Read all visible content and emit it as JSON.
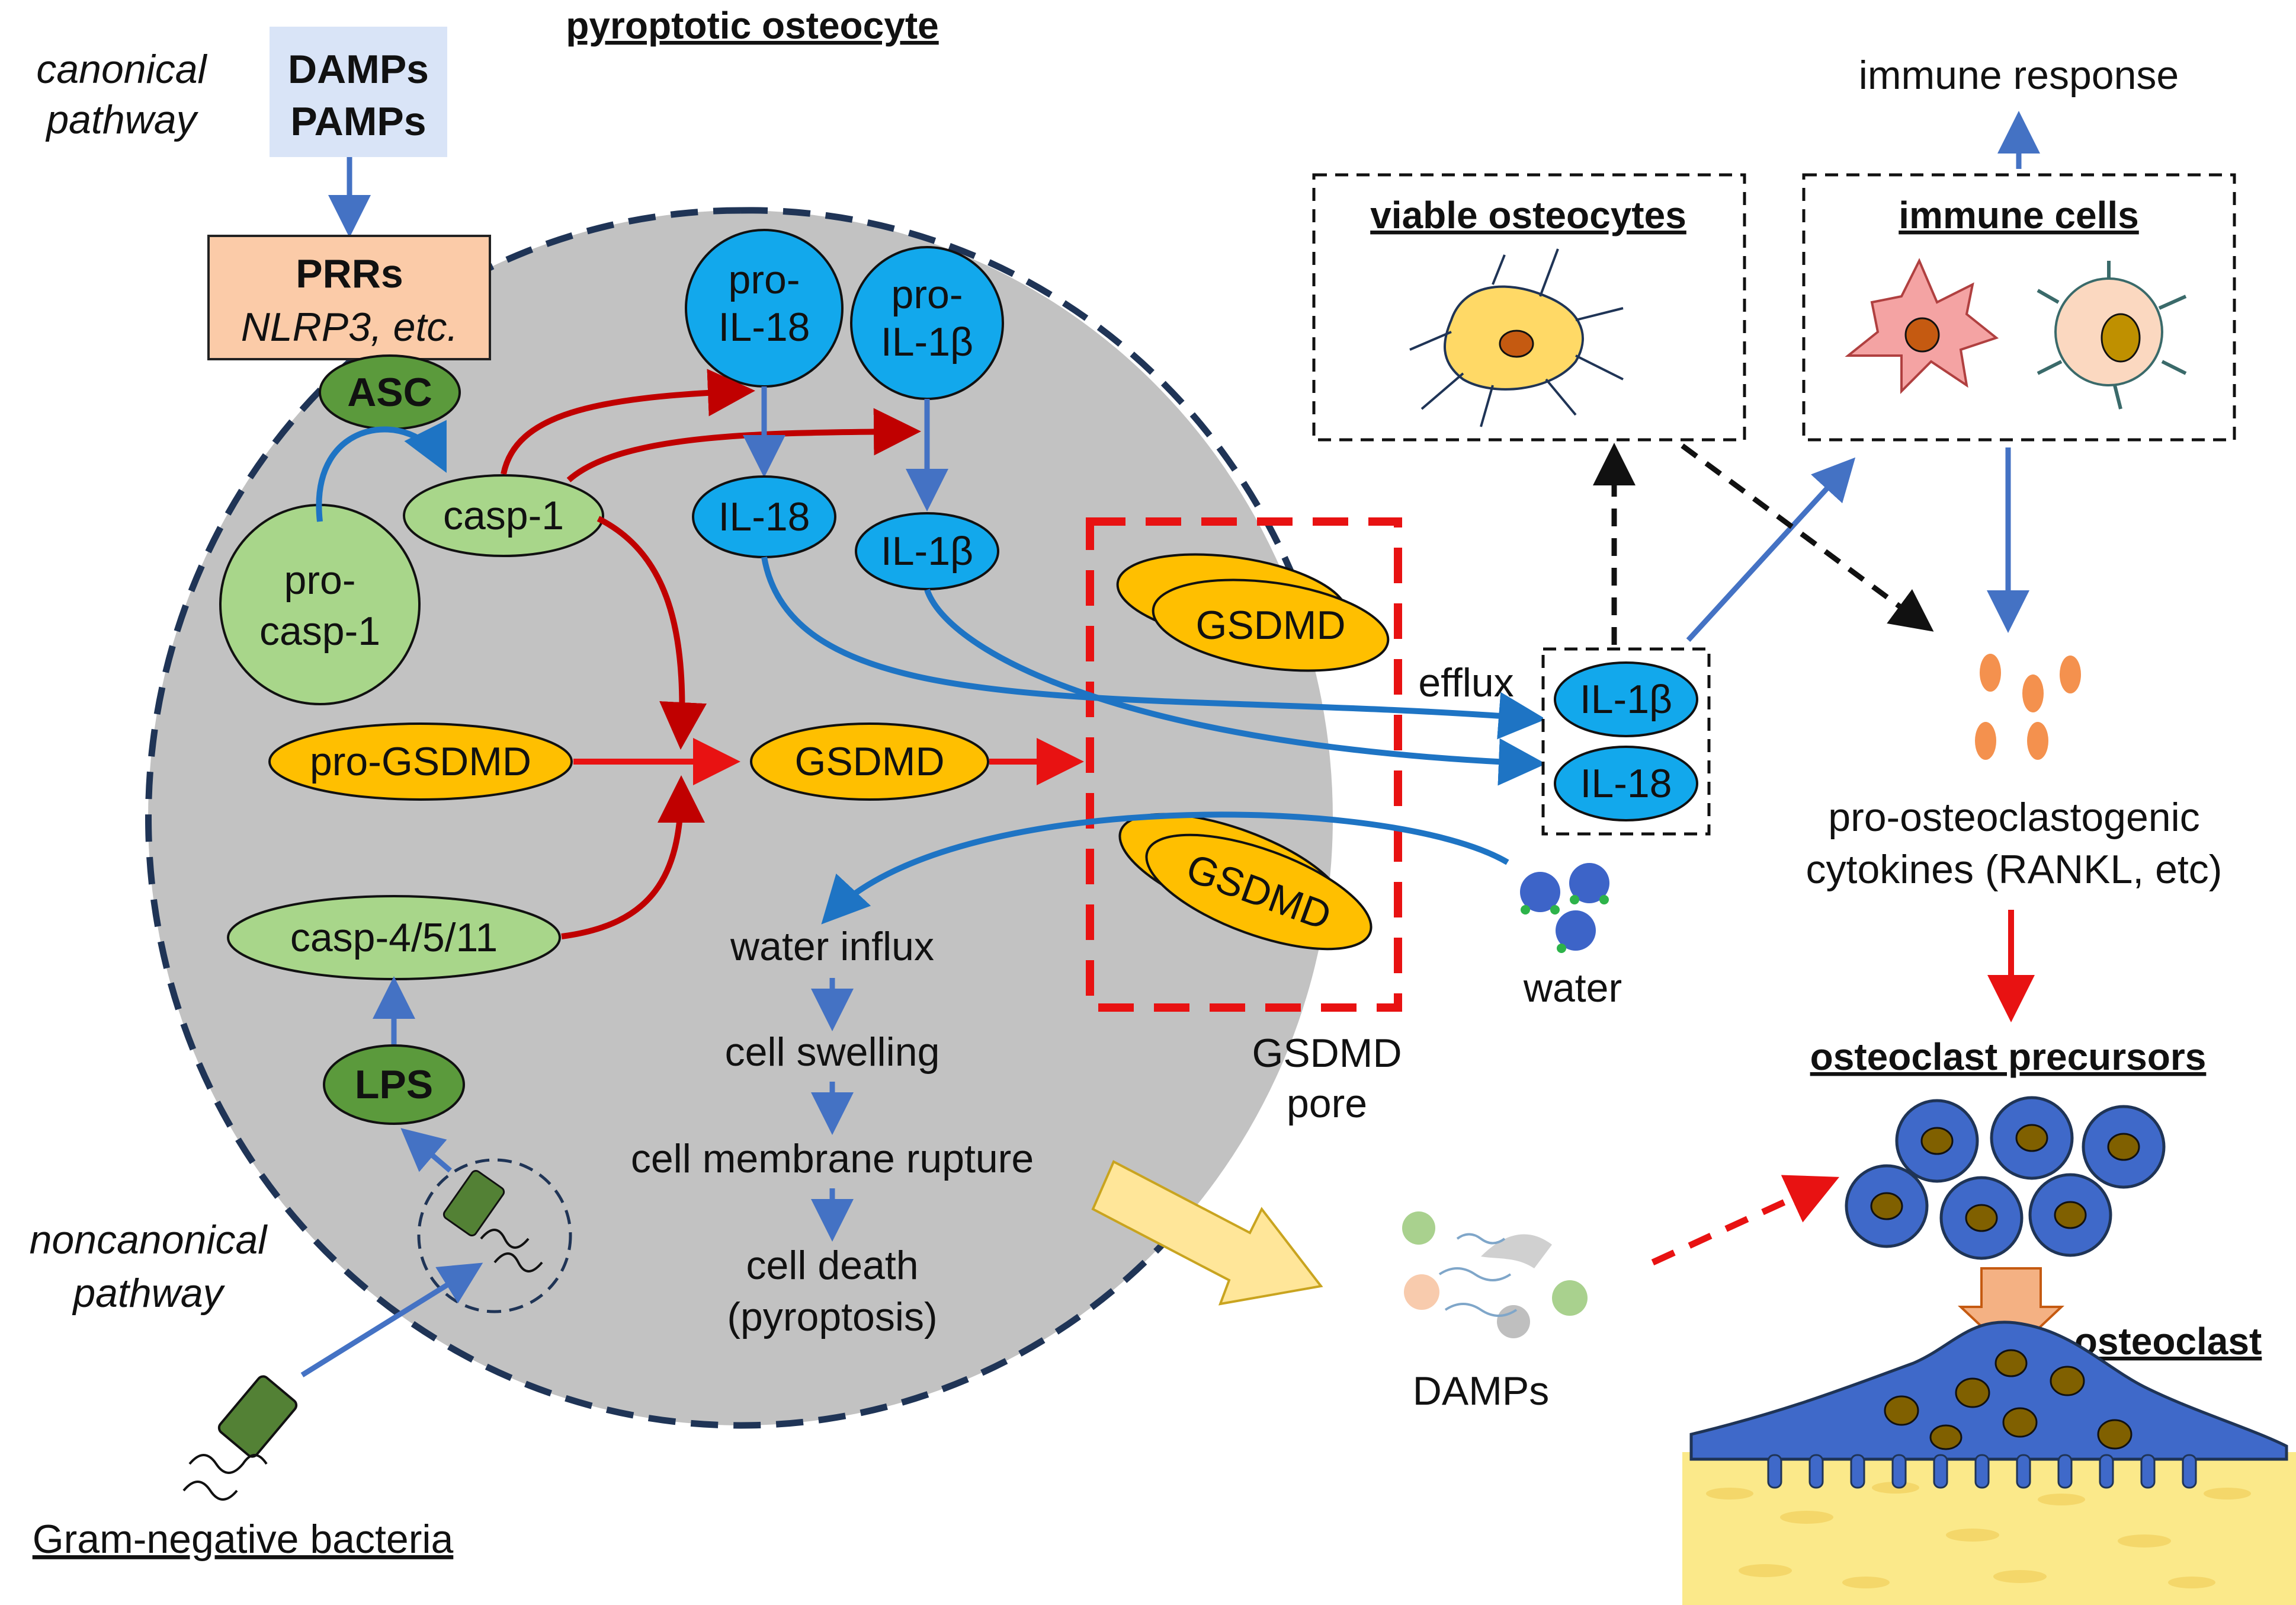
{
  "title": "pyroptotic osteocyte",
  "canonical": {
    "line1": "canonical",
    "line2": "pathway"
  },
  "noncanonical": {
    "line1": "noncanonical",
    "line2": "pathway"
  },
  "damps_box": {
    "line1": "DAMPs",
    "line2": "PAMPs"
  },
  "prrs": {
    "line1": "PRRs",
    "line2": "NLRP3, etc."
  },
  "asc": "ASC",
  "casp1": "casp-1",
  "pro_casp1": {
    "line1": "pro-",
    "line2": "casp-1"
  },
  "pro_il18": {
    "line1": "pro-",
    "line2": "IL-18"
  },
  "pro_il1b": {
    "line1": "pro-",
    "line2": "IL-1β"
  },
  "il18": "IL-18",
  "il1b": "IL-1β",
  "pro_gsdmd": "pro-GSDMD",
  "gsdmd": "GSDMD",
  "casp4511": "casp-4/5/11",
  "lps": "LPS",
  "gram_negative": "Gram-negative bacteria",
  "water_steps": [
    "water influx",
    "cell swelling",
    "cell membrane rupture",
    "cell death",
    "(pyroptosis)"
  ],
  "gsdmd_pore": {
    "line1": "GSDMD",
    "line2": "pore"
  },
  "efflux": "efflux",
  "water": "water",
  "damps": "DAMPs",
  "viable_osteocytes": "viable osteocytes",
  "immune_cells": "immune cells",
  "immune_response": "immune response",
  "cytokines": {
    "line1": "pro-osteoclastogenic",
    "line2": "cytokines (RANKL, etc)"
  },
  "osteoclast_precursors": "osteoclast precursors",
  "osteoclast": "osteoclast",
  "colors": {
    "cell_fill": "#c2c2c2",
    "cell_border": "#1f3456",
    "blue_node": "#12a8ec",
    "green_light": "#a8d68a",
    "green_dark": "#5b9a3c",
    "gsdmd": "#ffbf00",
    "red_arrow": "#c00000",
    "blue_arrow": "#4472c4",
    "efflux_arrow": "#1e74c4",
    "prrs_fill": "#fbcba8",
    "damps_fill": "#d9e4f7",
    "osteoclast": "#3f69c9",
    "bone": "#fbe98a"
  }
}
